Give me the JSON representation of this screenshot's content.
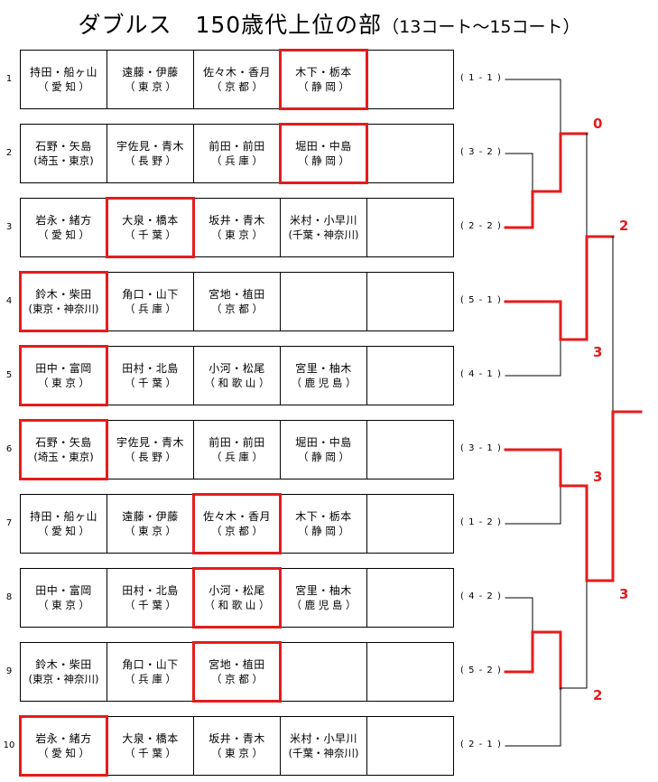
{
  "title": {
    "main": "ダブルス　150歳代上位の部",
    "sub": "（13コート〜15コート）"
  },
  "colors": {
    "win": "#e41c1c",
    "line": "#000000"
  },
  "rows": [
    {
      "num": "1",
      "score": "( 1 - 1 )",
      "winner": 3,
      "teams": [
        {
          "names": "持田・船ヶ山",
          "pref": "（ 愛 知 ）"
        },
        {
          "names": "遠藤・伊藤",
          "pref": "（ 東 京 ）"
        },
        {
          "names": "佐々木・香月",
          "pref": "（ 京 都 ）"
        },
        {
          "names": "木下・栃本",
          "pref": "（ 静 岡 ）"
        }
      ]
    },
    {
      "num": "2",
      "score": "( 3 - 2 )",
      "winner": 3,
      "teams": [
        {
          "names": "石野・矢島",
          "pref": "(埼玉・東京)"
        },
        {
          "names": "宇佐見・青木",
          "pref": "（ 長 野 ）"
        },
        {
          "names": "前田・前田",
          "pref": "（ 兵 庫 ）"
        },
        {
          "names": "堀田・中島",
          "pref": "（ 静 岡 ）"
        }
      ]
    },
    {
      "num": "3",
      "score": "( 2 - 2 )",
      "winner": 1,
      "teams": [
        {
          "names": "岩永・緒方",
          "pref": "（ 愛 知 ）"
        },
        {
          "names": "大泉・橋本",
          "pref": "（ 千 葉 ）"
        },
        {
          "names": "坂井・青木",
          "pref": "（ 東 京 ）"
        },
        {
          "names": "米村・小早川",
          "pref": "(千葉・神奈川)"
        }
      ]
    },
    {
      "num": "4",
      "score": "( 5 - 1 )",
      "winner": 0,
      "teams": [
        {
          "names": "鈴木・柴田",
          "pref": "(東京・神奈川)"
        },
        {
          "names": "角口・山下",
          "pref": "（ 兵 庫 ）"
        },
        {
          "names": "宮地・植田",
          "pref": "（ 京 都 ）"
        },
        {
          "names": "",
          "pref": ""
        }
      ]
    },
    {
      "num": "5",
      "score": "( 4 - 1 )",
      "winner": 0,
      "teams": [
        {
          "names": "田中・富岡",
          "pref": "（ 東 京 ）"
        },
        {
          "names": "田村・北島",
          "pref": "（ 千 葉 ）"
        },
        {
          "names": "小河・松尾",
          "pref": "（ 和 歌 山 ）"
        },
        {
          "names": "宮里・柚木",
          "pref": "（ 鹿 児 島 ）"
        }
      ]
    },
    {
      "num": "6",
      "score": "( 3 - 1 )",
      "winner": 0,
      "teams": [
        {
          "names": "石野・矢島",
          "pref": "(埼玉・東京)"
        },
        {
          "names": "宇佐見・青木",
          "pref": "（ 長 野 ）"
        },
        {
          "names": "前田・前田",
          "pref": "（ 兵 庫 ）"
        },
        {
          "names": "堀田・中島",
          "pref": "（ 静 岡 ）"
        }
      ]
    },
    {
      "num": "7",
      "score": "( 1 - 2 )",
      "winner": 2,
      "teams": [
        {
          "names": "持田・船ヶ山",
          "pref": "（ 愛 知 ）"
        },
        {
          "names": "遠藤・伊藤",
          "pref": "（ 東 京 ）"
        },
        {
          "names": "佐々木・香月",
          "pref": "（ 京 都 ）"
        },
        {
          "names": "木下・栃本",
          "pref": "（ 静 岡 ）"
        }
      ]
    },
    {
      "num": "8",
      "score": "( 4 - 2 )",
      "winner": 2,
      "teams": [
        {
          "names": "田中・富岡",
          "pref": "（ 東 京 ）"
        },
        {
          "names": "田村・北島",
          "pref": "（ 千 葉 ）"
        },
        {
          "names": "小河・松尾",
          "pref": "（ 和 歌 山 ）"
        },
        {
          "names": "宮里・柚木",
          "pref": "（ 鹿 児 島 ）"
        }
      ]
    },
    {
      "num": "9",
      "score": "( 5 - 2 )",
      "winner": 2,
      "teams": [
        {
          "names": "鈴木・柴田",
          "pref": "(東京・神奈川)"
        },
        {
          "names": "角口・山下",
          "pref": "（ 兵 庫 ）"
        },
        {
          "names": "宮地・植田",
          "pref": "（ 京 都 ）"
        },
        {
          "names": "",
          "pref": ""
        }
      ]
    },
    {
      "num": "10",
      "score": "( 2 - 1 )",
      "winner": 0,
      "teams": [
        {
          "names": "岩永・緒方",
          "pref": "（ 愛 知 ）"
        },
        {
          "names": "大泉・橋本",
          "pref": "（ 千 葉 ）"
        },
        {
          "names": "坂井・青木",
          "pref": "（ 東 京 ）"
        },
        {
          "names": "米村・小早川",
          "pref": "(千葉・神奈川)"
        }
      ]
    }
  ],
  "bracket": {
    "r1_scores": [
      "0",
      "3",
      "3",
      "2"
    ],
    "r2_scores": [
      "2",
      "3"
    ]
  }
}
